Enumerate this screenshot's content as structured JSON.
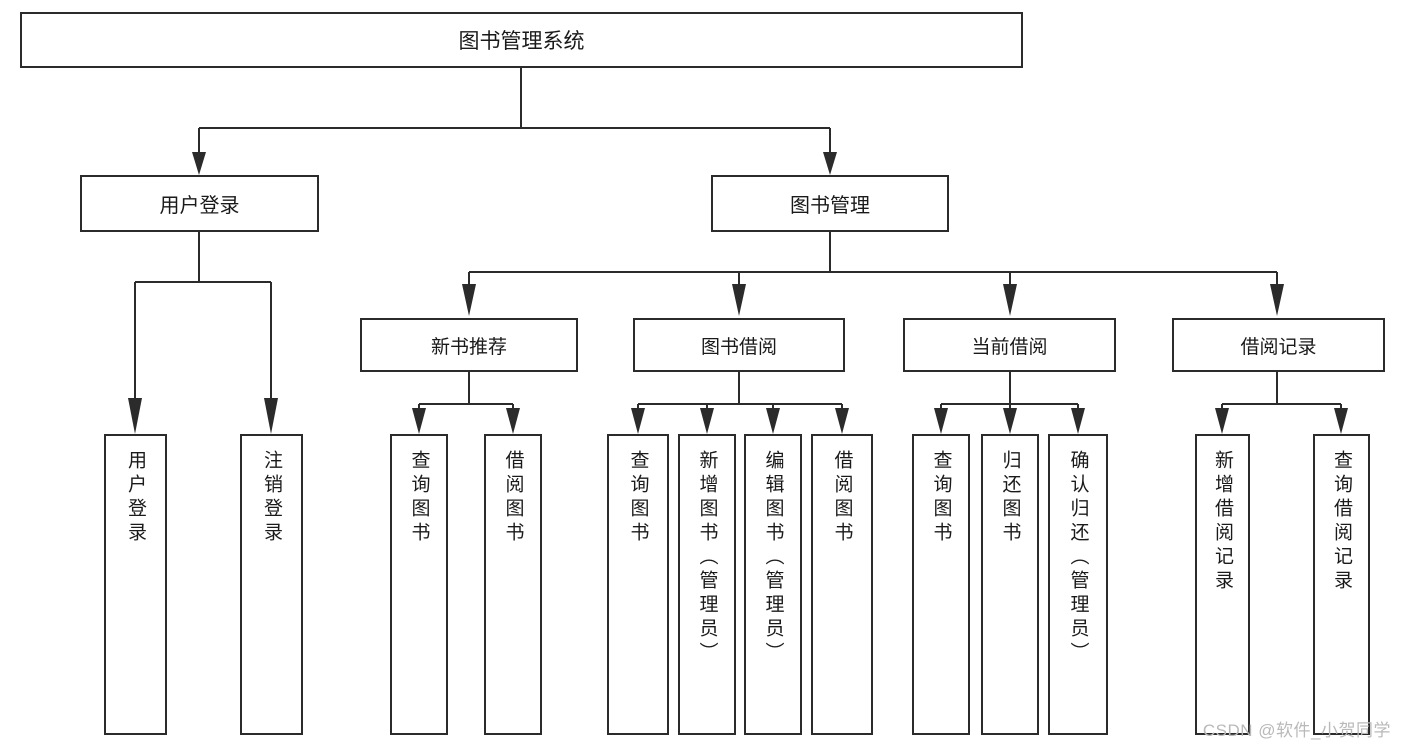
{
  "diagram": {
    "title": "图书管理系统",
    "type": "tree",
    "root": {
      "label": "图书管理系统"
    },
    "level1": [
      {
        "label": "用户登录"
      },
      {
        "label": "图书管理"
      }
    ],
    "level2": [
      {
        "label": "新书推荐"
      },
      {
        "label": "图书借阅"
      },
      {
        "label": "当前借阅"
      },
      {
        "label": "借阅记录"
      }
    ],
    "leaves": {
      "user_login": [
        {
          "label": "用户登录"
        },
        {
          "label": "注销登录"
        }
      ],
      "new_book_recommend": [
        {
          "label": "查询图书"
        },
        {
          "label": "借阅图书"
        }
      ],
      "book_borrow": [
        {
          "label": "查询图书"
        },
        {
          "label": "新增图书（管理员）"
        },
        {
          "label": "编辑图书（管理员）"
        },
        {
          "label": "借阅图书"
        }
      ],
      "current_borrow": [
        {
          "label": "查询图书"
        },
        {
          "label": "归还图书"
        },
        {
          "label": "确认归还（管理员）"
        }
      ],
      "borrow_record": [
        {
          "label": "新增借阅记录"
        },
        {
          "label": "查询借阅记录"
        }
      ]
    }
  },
  "watermark": {
    "text": "CSDN @软件_小贺同学"
  },
  "colors": {
    "stroke": "#2b2b2b",
    "text": "#1a1a1a",
    "background": "#ffffff",
    "watermark": "#b9b9b9"
  }
}
